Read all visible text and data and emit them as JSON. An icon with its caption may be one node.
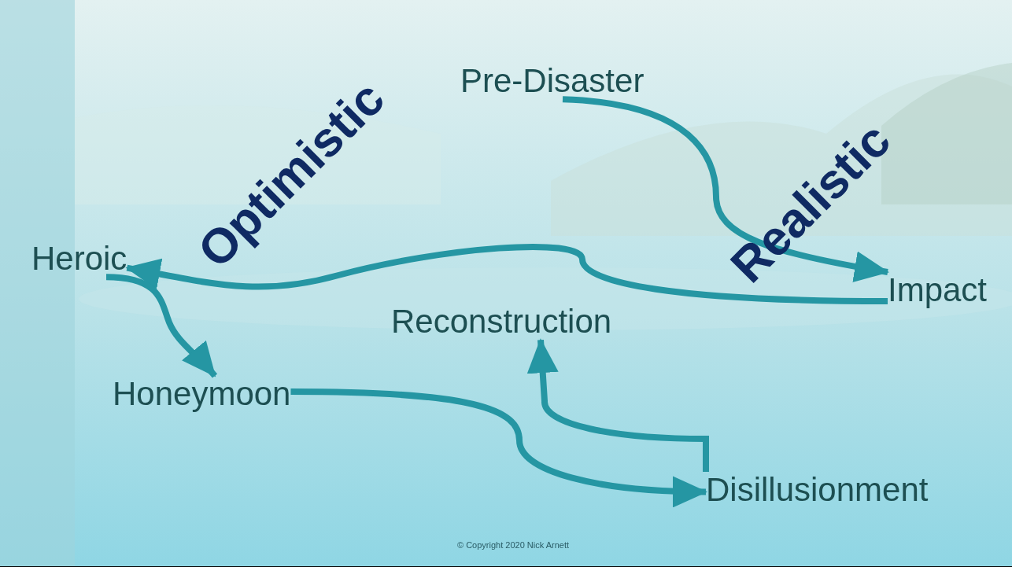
{
  "diagram": {
    "nodes": [
      {
        "text": [
          "Pre-Disaster"
        ]
      },
      {
        "text": [
          "Impact"
        ]
      },
      {
        "text": [
          "Heroic"
        ]
      },
      {
        "text": [
          "Honeymoon"
        ]
      },
      {
        "text": [
          "Disillusionment"
        ]
      },
      {
        "text": [
          "Reconstruction"
        ]
      }
    ],
    "edges": [
      {
        "from": 0,
        "to": 1,
        "arrow": "to"
      },
      {
        "from": 1,
        "to": 2,
        "arrow": "to"
      },
      {
        "from": 2,
        "to": 3,
        "arrow": "to"
      },
      {
        "from": 3,
        "to": 4,
        "arrow": "to"
      },
      {
        "from": 4,
        "to": 5,
        "arrow": "to"
      }
    ],
    "labels": [
      "Optimistic",
      "Realistic",
      "© Copyright 2020 Nick Arnett"
    ]
  }
}
